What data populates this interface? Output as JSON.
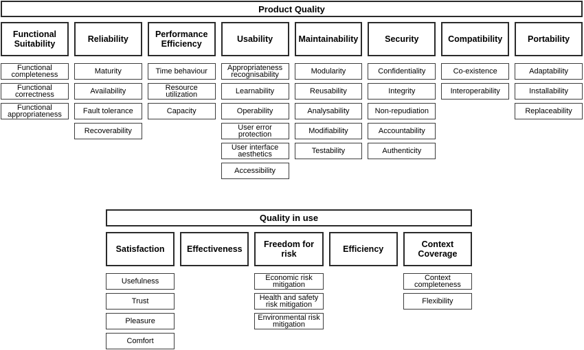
{
  "pq": {
    "title": "Product Quality",
    "columns": [
      {
        "label": "Functional Suitability",
        "items": [
          "Functional completeness",
          "Functional correctness",
          "Functional appropriateness"
        ]
      },
      {
        "label": "Reliability",
        "items": [
          "Maturity",
          "Availability",
          "Fault tolerance",
          "Recoverability"
        ]
      },
      {
        "label": "Performance Efficiency",
        "items": [
          "Time behaviour",
          "Resource utilization",
          "Capacity"
        ]
      },
      {
        "label": "Usability",
        "items": [
          "Appropriateness recognisability",
          "Learnability",
          "Operability",
          "User error protection",
          "User interface aesthetics",
          "Accessibility"
        ]
      },
      {
        "label": "Maintainability",
        "items": [
          "Modularity",
          "Reusability",
          "Analysability",
          "Modifiability",
          "Testability"
        ]
      },
      {
        "label": "Security",
        "items": [
          "Confidentiality",
          "Integrity",
          "Non-repudiation",
          "Accountability",
          "Authenticity"
        ]
      },
      {
        "label": "Compatibility",
        "items": [
          "Co-existence",
          "Interoperability"
        ]
      },
      {
        "label": "Portability",
        "items": [
          "Adaptability",
          "Installability",
          "Replaceability"
        ]
      }
    ]
  },
  "qiu": {
    "title": "Quality in use",
    "columns": [
      {
        "label": "Satisfaction",
        "items": [
          "Usefulness",
          "Trust",
          "Pleasure",
          "Comfort"
        ]
      },
      {
        "label": "Effectiveness",
        "items": []
      },
      {
        "label": "Freedom for risk",
        "items": [
          "Economic risk mitigation",
          "Health and safety risk mitigation",
          "Environmental risk mitigation"
        ]
      },
      {
        "label": "Efficiency",
        "items": []
      },
      {
        "label": "Context Coverage",
        "items": [
          "Context completeness",
          "Flexibility"
        ]
      }
    ]
  },
  "colors": {
    "border_dark": "#2a2a2a",
    "border_sub": "#3c3c3c",
    "text": "#000000",
    "background": "#ffffff"
  }
}
